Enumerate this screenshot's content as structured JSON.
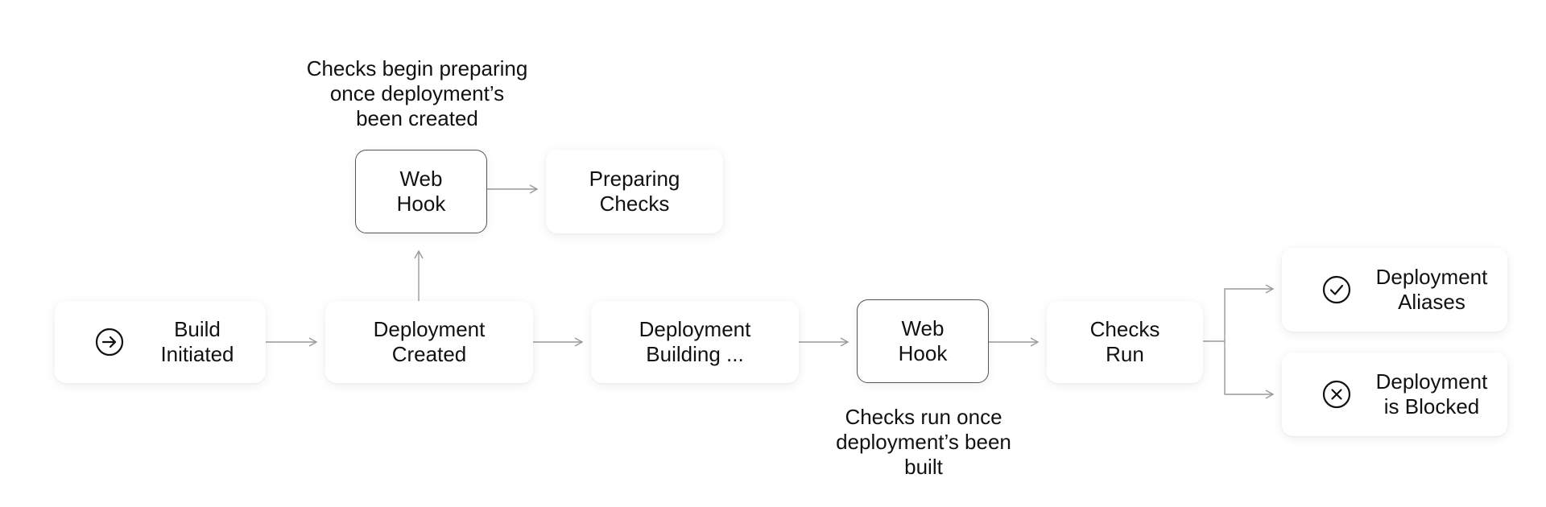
{
  "nodes": {
    "build_initiated": {
      "lines": [
        "Build",
        "Initiated"
      ],
      "icon": "arrow-right-circle-icon"
    },
    "deployment_created": {
      "lines": [
        "Deployment",
        "Created"
      ]
    },
    "deployment_building": {
      "lines": [
        "Deployment",
        "Building ..."
      ]
    },
    "web_hook_bottom": {
      "lines": [
        "Web",
        "Hook"
      ]
    },
    "checks_run": {
      "lines": [
        "Checks",
        "Run"
      ]
    },
    "web_hook_top": {
      "lines": [
        "Web",
        "Hook"
      ]
    },
    "preparing_checks": {
      "lines": [
        "Preparing",
        "Checks"
      ]
    },
    "deployment_aliases": {
      "lines": [
        "Deployment",
        "Aliases"
      ],
      "icon": "check-circle-icon"
    },
    "deployment_blocked": {
      "lines": [
        "Deployment",
        "is Blocked"
      ],
      "icon": "x-circle-icon"
    }
  },
  "notes": {
    "top": [
      "Checks begin preparing",
      "once deployment’s",
      "been created"
    ],
    "bottom": [
      "Checks run once",
      "deployment’s been",
      "built"
    ]
  },
  "colors": {
    "connector": "#9a9a9a",
    "text": "#111111",
    "outline": "#555555"
  }
}
